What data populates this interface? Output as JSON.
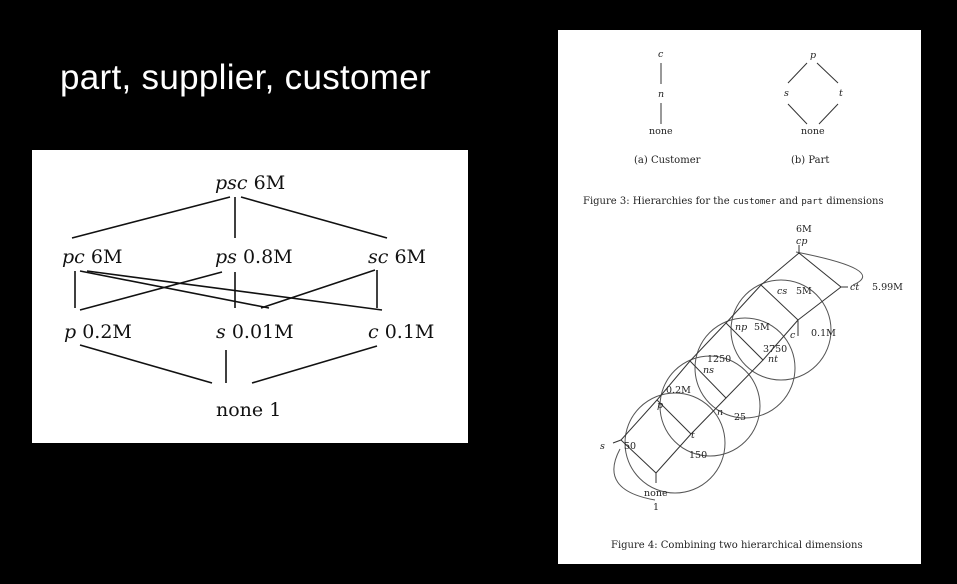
{
  "slide": {
    "title": "part, supplier, customer"
  },
  "lattice": {
    "nodes": [
      {
        "id": "psc",
        "name": "psc",
        "size": "6M"
      },
      {
        "id": "pc",
        "name": "pc",
        "size": "6M"
      },
      {
        "id": "ps",
        "name": "ps",
        "size": "0.8M"
      },
      {
        "id": "sc",
        "name": "sc",
        "size": "6M"
      },
      {
        "id": "p",
        "name": "p",
        "size": "0.2M"
      },
      {
        "id": "s",
        "name": "s",
        "size": "0.01M"
      },
      {
        "id": "c",
        "name": "c",
        "size": "0.1M"
      },
      {
        "id": "none",
        "name": "none",
        "size": "1"
      }
    ]
  },
  "paper": {
    "customer_hierarchy": {
      "top": "c",
      "mid": "n",
      "bottom": "none",
      "caption": "(a) Customer"
    },
    "part_hierarchy": {
      "top": "p",
      "left": "s",
      "right": "t",
      "bottom": "none",
      "caption": "(b) Part"
    },
    "fig3_caption": {
      "prefix": "Figure 3: Hierarchies for the ",
      "term1": "customer",
      "middle": " and ",
      "term2": "part",
      "suffix": " dimensions"
    },
    "combined": {
      "cp": {
        "label": "cp",
        "size": "6M"
      },
      "cs": {
        "label": "cs",
        "size": "5M"
      },
      "ct": {
        "label": "ct",
        "size": "5.99M"
      },
      "np": {
        "label": "np",
        "size": "5M"
      },
      "c": {
        "label": "c",
        "size": "0.1M"
      },
      "ns": {
        "label": "ns",
        "size": "1250"
      },
      "nt": {
        "label": "nt",
        "size": "3750"
      },
      "p": {
        "label": "p",
        "size": "0.2M"
      },
      "n": {
        "label": "n",
        "size": "25"
      },
      "s": {
        "label": "s",
        "size": "50"
      },
      "t": {
        "label": "t",
        "size": "150"
      },
      "none": {
        "label": "none",
        "size": "1"
      }
    },
    "fig4_caption": "Figure 4: Combining two hierarchical dimensions"
  }
}
